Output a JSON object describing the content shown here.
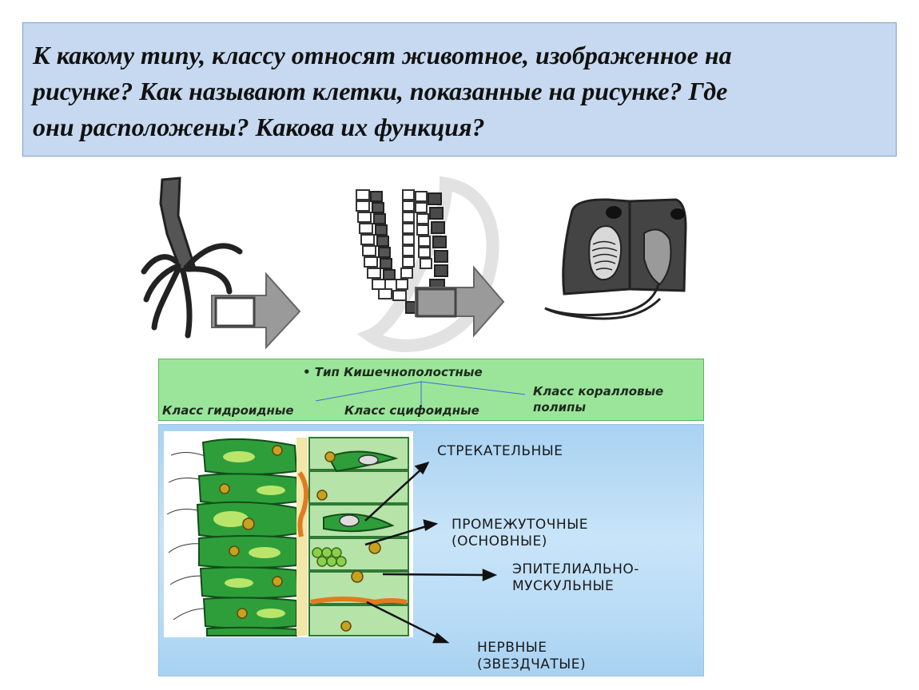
{
  "question": {
    "line1": "К какому типу, классу относят животное, изображенное на",
    "line2": "рисунке? Как называют клетки, показанные на рисунке? Где",
    "line3": "они расположены? Какова их функция?"
  },
  "classification": {
    "phylum": "• Тип Кишечнополостные",
    "class_hydroid": "Класс гидроидные",
    "class_scyphoid": "Класс сцифоидные",
    "class_coral_line1": "Класс коралловые",
    "class_coral_line2": "полипы"
  },
  "cell_labels": {
    "stinging": "СТРЕКАТЕЛЬНЫЕ",
    "intermediate_line1": "ПРОМЕЖУТОЧНЫЕ",
    "intermediate_line2": "(ОСНОВНЫЕ)",
    "epithelial_line1": "ЭПИТЕЛИАЛЬНО-",
    "epithelial_line2": "МУСКУЛЬНЫЕ",
    "nerve_line1": "НЕРВНЫЕ",
    "nerve_line2": "(ЗВЕЗДЧАТЫЕ)"
  },
  "colors": {
    "question_bg": "#c6d9f0",
    "class_bg": "#9be59b",
    "cell_green": "#2e9e3a",
    "nerve_orange": "#e07b1e",
    "arrow_gray": "#8c8c8c"
  }
}
